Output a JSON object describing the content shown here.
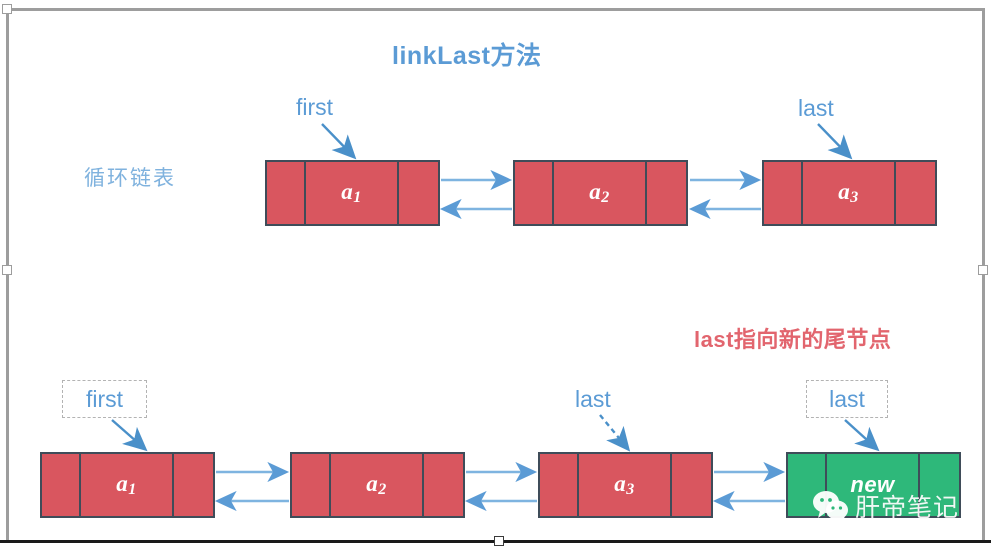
{
  "diagram": {
    "title": "linkLast方法",
    "side_label": "循环链表",
    "annotation": "last指向新的尾节点",
    "colors": {
      "accent_blue": "#5b9bd5",
      "node_red": "#d9565f",
      "node_green": "#2eb87a",
      "node_border": "#3f4c59",
      "annotation_red": "#e2656e",
      "side_label_blue": "#7fb2de",
      "frame_gray": "#9d9d9d"
    },
    "top_row": {
      "pointers": [
        {
          "name": "pointer-first",
          "label": "first"
        },
        {
          "name": "pointer-last",
          "label": "last"
        }
      ],
      "nodes": [
        {
          "value": "a",
          "sub": "1",
          "color": "red"
        },
        {
          "value": "a",
          "sub": "2",
          "color": "red"
        },
        {
          "value": "a",
          "sub": "3",
          "color": "red"
        }
      ]
    },
    "bottom_row": {
      "pointers": [
        {
          "name": "pointer-first-boxed",
          "label": "first",
          "boxed": true
        },
        {
          "name": "pointer-last-dashed",
          "label": "last",
          "boxed": false
        },
        {
          "name": "pointer-last-boxed",
          "label": "last",
          "boxed": true
        }
      ],
      "nodes": [
        {
          "value": "a",
          "sub": "1",
          "color": "red"
        },
        {
          "value": "a",
          "sub": "2",
          "color": "red"
        },
        {
          "value": "a",
          "sub": "3",
          "color": "red"
        },
        {
          "value": "new",
          "sub": "",
          "color": "green"
        }
      ]
    },
    "watermark": {
      "icon": "wechat-icon",
      "text": "肝帝笔记"
    }
  }
}
